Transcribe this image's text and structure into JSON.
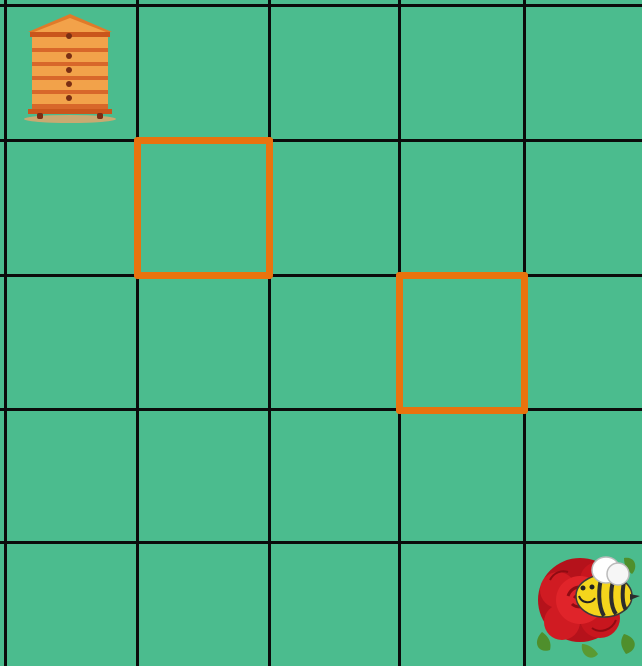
{
  "game": {
    "title": "",
    "grid": {
      "rows": 5,
      "cols": 5
    },
    "colors": {
      "board": "#4BBC8E",
      "grid_line": "#0b0b0b",
      "highlight": "#E8730E"
    },
    "pieces": [
      {
        "name": "beehive",
        "icon": "beehive-icon",
        "row": 0,
        "col": 0
      },
      {
        "name": "rose-flower",
        "icon": "rose-icon",
        "row": 4,
        "col": 4
      },
      {
        "name": "bee",
        "icon": "bee-icon",
        "row": 4,
        "col": 4
      }
    ],
    "highlighted_cells": [
      {
        "row": 1,
        "col": 1
      },
      {
        "row": 2,
        "col": 3
      }
    ]
  }
}
